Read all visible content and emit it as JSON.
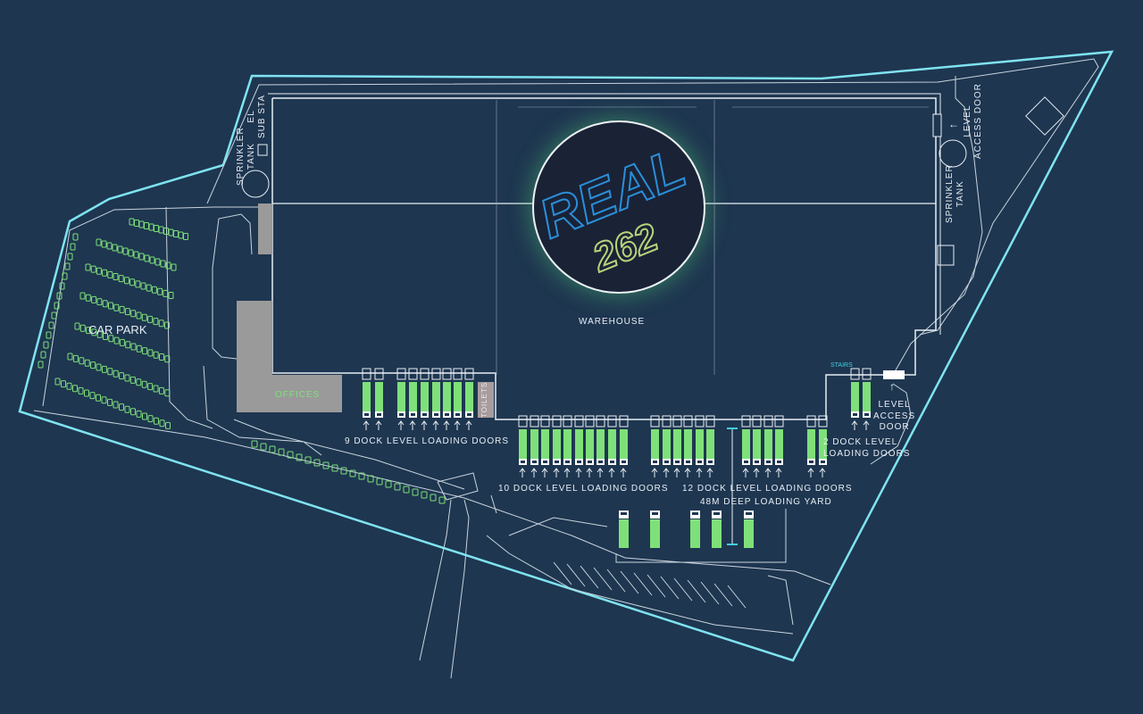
{
  "labels": {
    "warehouse": "WAREHOUSE",
    "offices": "OFFICES",
    "car_park": "CAR PARK",
    "toilets": "TOILETS",
    "stairs": "STAIRS",
    "sprinkler_tank_left": "SPRINKLER\nTANK",
    "sub_station": "EL\nSUB STA",
    "sprinkler_tank_right": "SPRINKLER\nTANK",
    "level_access_door_top": "LEVEL\nACCESS DOOR",
    "level_access_door_bottom": "LEVEL\nACCESS\nDOOR",
    "dock_9": "9 DOCK LEVEL LOADING DOORS",
    "dock_10": "10 DOCK LEVEL LOADING DOORS",
    "dock_12": "12 DOCK LEVEL LOADING DOORS",
    "dock_2": "2 DOCK LEVEL\nLOADING DOORS",
    "yard": "48M DEEP LOADING YARD"
  },
  "logo": {
    "word": "REAL",
    "number": "262"
  },
  "colors": {
    "background": "#1e3650",
    "boundary": "#7fe3f0",
    "lines": "#d8e2ea",
    "green": "#7fe07a",
    "offices": "#9a9a9a",
    "logo_blue": "#2a8fd8",
    "logo_green": "#b6d47a"
  }
}
